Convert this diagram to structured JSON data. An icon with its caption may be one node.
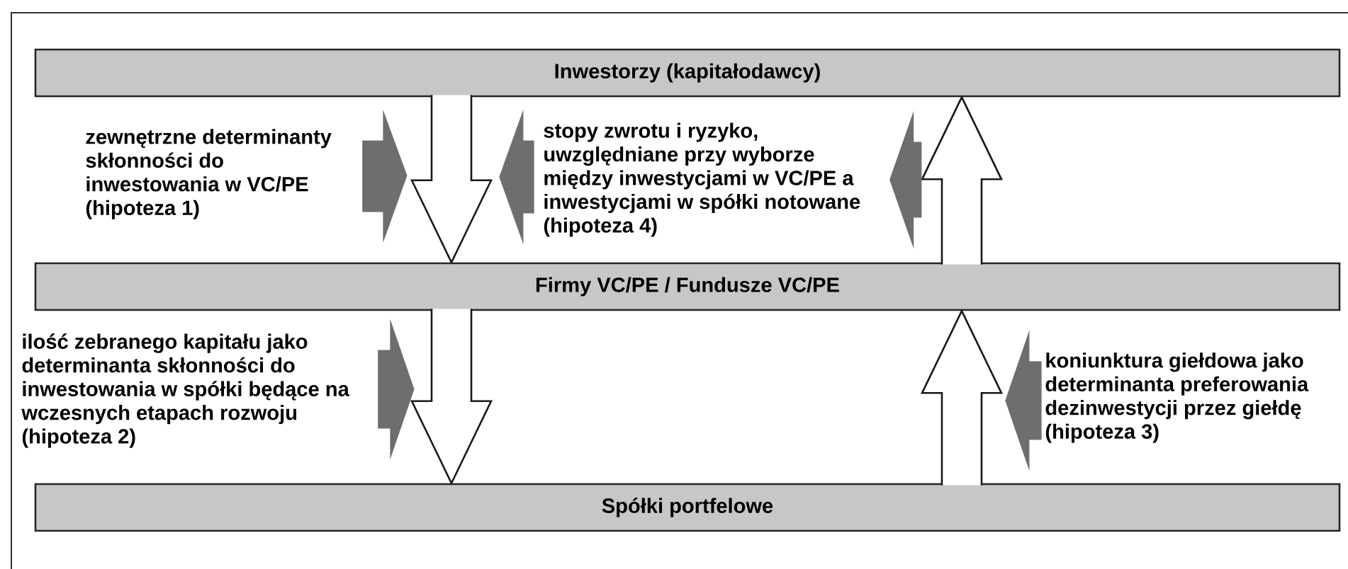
{
  "diagram": {
    "nodes": [
      {
        "text": [
          "Inwestorzy (kapitałodawcy)"
        ]
      },
      {
        "text": [
          "zewnętrzne determinanty skłonności do inwestowania w VC/PE (hipoteza 1)"
        ]
      },
      {
        "text": [
          "stopy zwrotu i ryzyko, uwzględniane przy wyborze między inwestycjami w VC/PE a inwestycjami w spółki notowane (hipoteza 4)"
        ]
      },
      {
        "text": [
          "Firmy VC/PE  /  Fundusze VC/PE"
        ]
      },
      {
        "text": [
          "ilość zebranego kapitału jako determinanta skłonności do inwestowania w spółki będące na wczesnych etapach rozwoju (hipoteza 2)"
        ]
      },
      {
        "text": [
          "koniunktura giełdowa jako determinanta preferowania dezinwestycji przez giełdę (hipoteza 3)"
        ]
      },
      {
        "text": [
          "Spółki portfelowe"
        ]
      }
    ],
    "edges": [
      {
        "from": 0,
        "to": 3,
        "arrow": "to"
      },
      {
        "from": 3,
        "to": 0,
        "arrow": "to"
      },
      {
        "from": 3,
        "to": 6,
        "arrow": "to"
      },
      {
        "from": 6,
        "to": 3,
        "arrow": "to"
      },
      {
        "from": 1,
        "to": null,
        "arrow": "to",
        "style": "thick",
        "color": "#6e6e6e"
      },
      {
        "from": 2,
        "to": null,
        "arrow": "to",
        "style": "thick",
        "color": "#6e6e6e"
      },
      {
        "from": null,
        "to": 2,
        "arrow": "to",
        "style": "thick",
        "color": "#6e6e6e"
      },
      {
        "from": 4,
        "to": null,
        "arrow": "to",
        "style": "thick",
        "color": "#6e6e6e"
      },
      {
        "from": 5,
        "to": null,
        "arrow": "to",
        "style": "thick",
        "color": "#6e6e6e"
      }
    ]
  }
}
